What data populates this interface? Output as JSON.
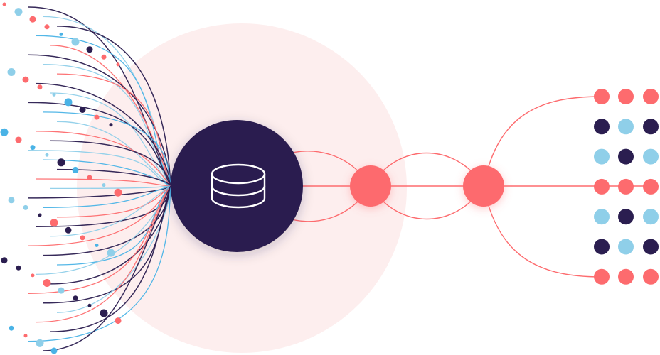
{
  "title": "",
  "colors": {
    "navy": "#2b1e50",
    "coral": "#fd6b6e",
    "sky": "#8fcfe9",
    "blue": "#4ab3e6",
    "halo": "#fdeeee",
    "white": "#ffffff"
  },
  "hub": {
    "icon": "database-icon"
  },
  "pipeline": {
    "nodes": [
      "node-1",
      "node-2"
    ]
  },
  "output_grid": {
    "rows": [
      [
        "coral",
        "coral",
        "coral"
      ],
      [
        "navy",
        "sky",
        "navy"
      ],
      [
        "sky",
        "navy",
        "sky"
      ],
      [
        "coral",
        "coral",
        "coral"
      ],
      [
        "sky",
        "navy",
        "sky"
      ],
      [
        "navy",
        "sky",
        "navy"
      ],
      [
        "coral",
        "coral",
        "coral"
      ]
    ]
  },
  "input_streams": {
    "line_colors": [
      "navy",
      "sky",
      "navy",
      "blue",
      "coral",
      "navy",
      "sky",
      "coral",
      "navy",
      "sky",
      "navy",
      "blue",
      "sky",
      "coral",
      "navy",
      "sky",
      "blue",
      "navy",
      "coral",
      "sky",
      "navy",
      "blue",
      "coral",
      "navy",
      "sky",
      "coral",
      "navy",
      "blue",
      "sky",
      "navy",
      "coral",
      "navy",
      "sky",
      "coral",
      "navy",
      "blue",
      "navy"
    ],
    "dots": [
      {
        "color": "coral"
      },
      {
        "color": "sky"
      },
      {
        "color": "coral"
      },
      {
        "color": "coral"
      },
      {
        "color": "blue"
      },
      {
        "color": "sky"
      },
      {
        "color": "navy"
      },
      {
        "color": "coral"
      },
      {
        "color": "coral"
      },
      {
        "color": "sky"
      },
      {
        "color": "coral"
      },
      {
        "color": "coral"
      },
      {
        "color": "sky"
      },
      {
        "color": "blue"
      },
      {
        "color": "navy"
      },
      {
        "color": "coral"
      },
      {
        "color": "navy"
      },
      {
        "color": "blue"
      },
      {
        "color": "coral"
      },
      {
        "color": "blue"
      },
      {
        "color": "sky"
      },
      {
        "color": "navy"
      },
      {
        "color": "blue"
      },
      {
        "color": "coral"
      },
      {
        "color": "sky"
      },
      {
        "color": "coral"
      },
      {
        "color": "sky"
      },
      {
        "color": "sky"
      },
      {
        "color": "navy"
      },
      {
        "color": "coral"
      },
      {
        "color": "navy"
      },
      {
        "color": "coral"
      },
      {
        "color": "blue"
      },
      {
        "color": "sky"
      },
      {
        "color": "navy"
      },
      {
        "color": "navy"
      },
      {
        "color": "coral"
      },
      {
        "color": "coral"
      },
      {
        "color": "sky"
      },
      {
        "color": "navy"
      },
      {
        "color": "navy"
      },
      {
        "color": "navy"
      },
      {
        "color": "coral"
      },
      {
        "color": "blue"
      },
      {
        "color": "coral"
      },
      {
        "color": "sky"
      },
      {
        "color": "blue"
      }
    ]
  }
}
